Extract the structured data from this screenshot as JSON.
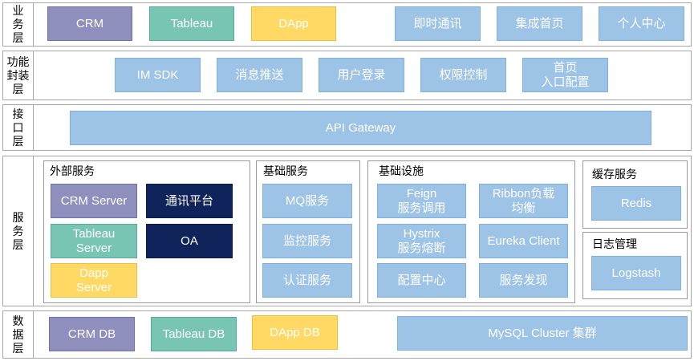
{
  "layers": {
    "business": {
      "label": "业\n务\n层",
      "crm": "CRM",
      "tableau": "Tableau",
      "dapp": "DApp",
      "im": "即时通讯",
      "integrated_home": "集成首页",
      "personal_center": "个人中心"
    },
    "function": {
      "label": "功能\n封装\n层",
      "im_sdk": "IM SDK",
      "message_push": "消息推送",
      "user_login": "用户登录",
      "permission_control": "权限控制",
      "home_entry_config": "首页\n入口配置"
    },
    "interface": {
      "label": "接\n口\n层",
      "api_gateway": "API Gateway"
    },
    "service": {
      "label": "服\n务\n层",
      "external": {
        "title": "外部服务",
        "crm_server": "CRM Server",
        "comm_platform": "通讯平台",
        "tableau_server": "Tableau\nServer",
        "oa": "OA",
        "dapp_server": "Dapp\nServer"
      },
      "basic": {
        "title": "基础服务",
        "mq": "MQ服务",
        "monitor": "监控服务",
        "auth": "认证服务"
      },
      "infra": {
        "title": "基础设施",
        "feign": "Feign\n服务调用",
        "ribbon": "Ribbon负载\n均衡",
        "hystrix": "Hystrix\n服务熔断",
        "eureka": "Eureka Client",
        "config_center": "配置中心",
        "discovery": "服务发现"
      },
      "cache": {
        "title": "缓存服务",
        "redis": "Redis"
      },
      "log": {
        "title": "日志管理",
        "logstash": "Logstash"
      }
    },
    "data": {
      "label": "数\n据\n层",
      "crm_db": "CRM DB",
      "tableau_db": "Tableau DB",
      "dapp_db": "DApp DB",
      "mysql": "MySQL Cluster 集群"
    }
  },
  "colors": {
    "blue": "#9dc3e6",
    "purple": "#8e8fbd",
    "teal": "#79c5b4",
    "yellow": "#ffd964",
    "navy": "#10245b"
  }
}
